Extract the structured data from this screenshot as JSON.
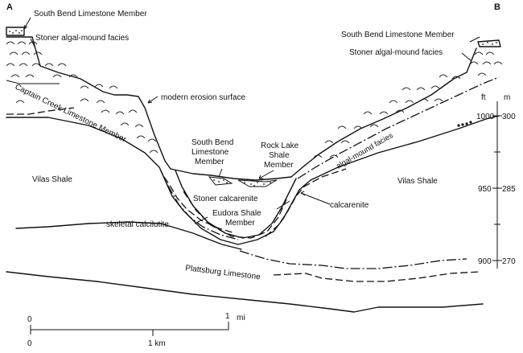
{
  "corners": {
    "left": "A",
    "right": "B"
  },
  "labels": {
    "south_bend_left": "South Bend Limestone Member",
    "stoner_left": "Stoner algal-mound facies",
    "south_bend_right": "South Bend Limestone Member",
    "stoner_right": "Stoner algal-mound facies",
    "captain_creek": "Captain Creek Limestone Member",
    "modern_erosion": "modern erosion surface",
    "south_bend_center_1": "South Bend",
    "south_bend_center_2": "Limestone",
    "south_bend_center_3": "Member",
    "rock_lake_1": "Rock Lake",
    "rock_lake_2": "Shale",
    "rock_lake_3": "Member",
    "algal_mound": "algal-mound facies",
    "vilas_left": "Vilas Shale",
    "vilas_right": "Vilas Shale",
    "stoner_calcarenite": "Stoner calcarenite",
    "calcarenite": "calcarenite",
    "eudora_1": "Eudora Shale",
    "eudora_2": "Member",
    "skeletal": "skeletal calcilutite",
    "plattsburg": "Plattsburg Limestone"
  },
  "elevation_scale": {
    "unit_ft": "ft",
    "unit_m": "m",
    "ticks": [
      {
        "ft": "1000",
        "m": "300"
      },
      {
        "ft": "950",
        "m": "285"
      },
      {
        "ft": "900",
        "m": "270"
      }
    ]
  },
  "horizontal_scale": {
    "mi_zero": "0",
    "mi_one": "1",
    "mi_unit": "mi",
    "km_zero": "0",
    "km_one": "1 km"
  }
}
